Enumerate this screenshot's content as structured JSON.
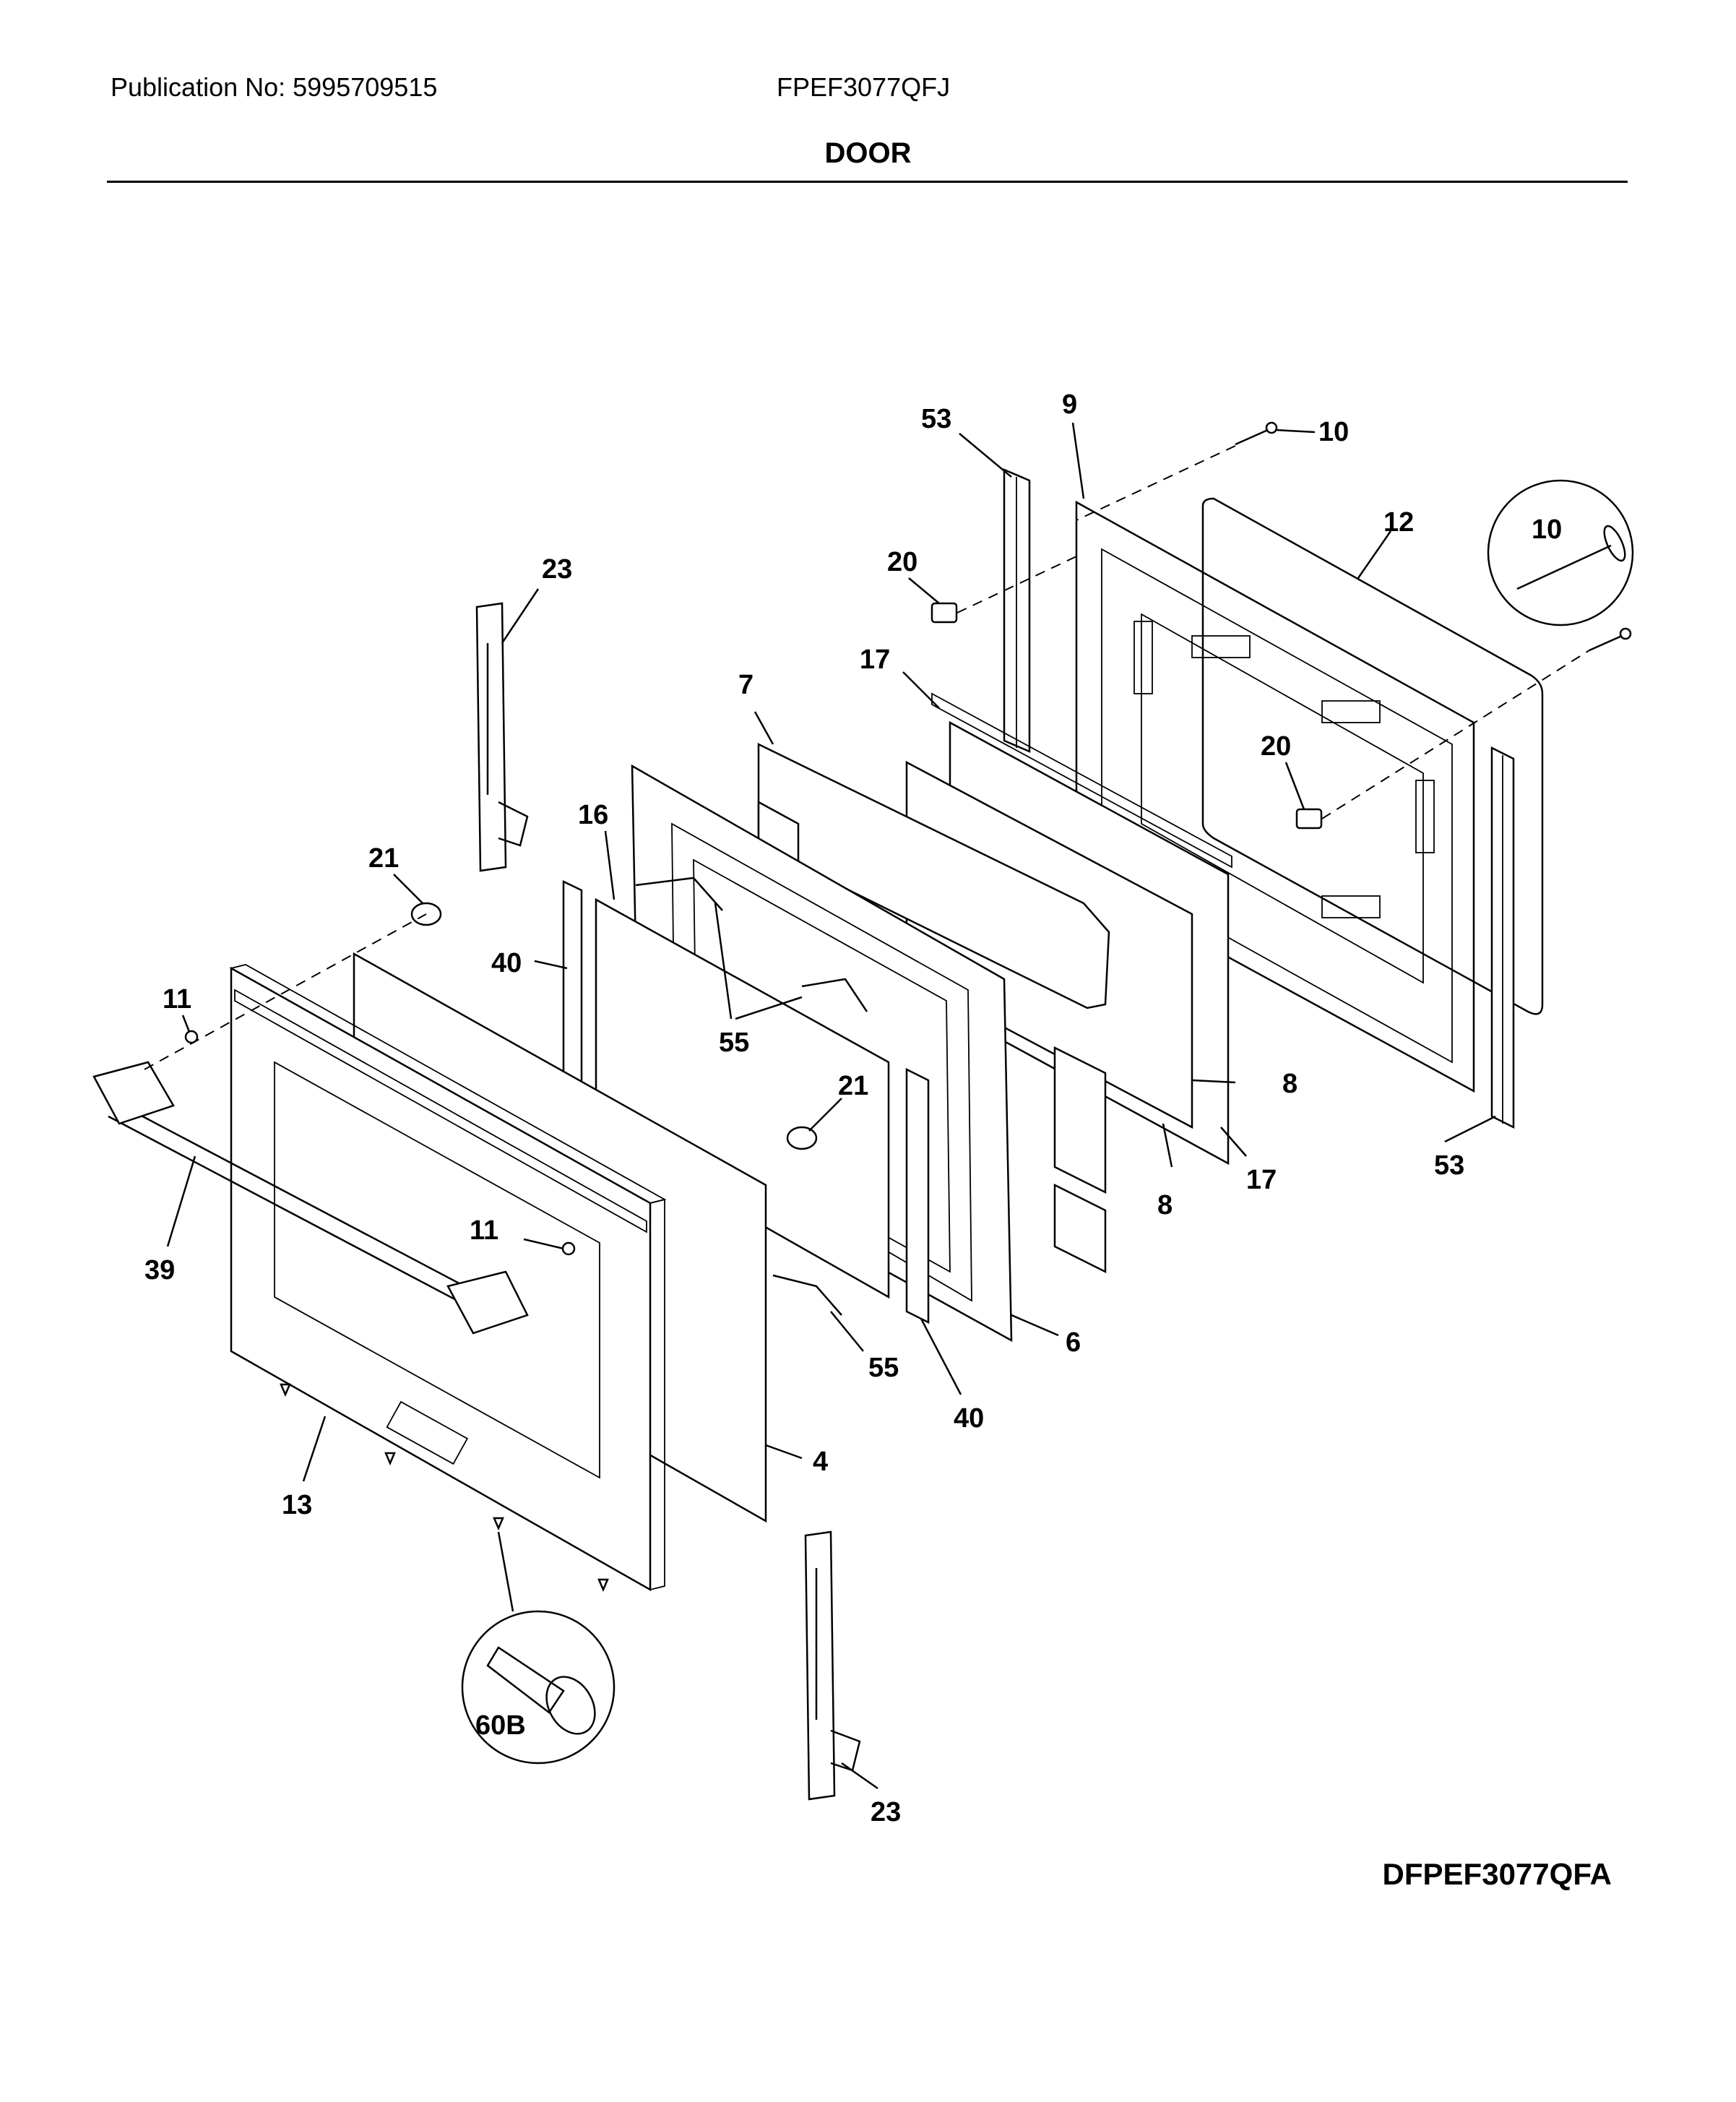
{
  "header": {
    "publication": "Publication No: 5995709515",
    "model": "FPEF3077QFJ",
    "section": "DOOR"
  },
  "footer": {
    "diagram_code": "DFPEF3077QFA"
  },
  "callouts": {
    "c53a": "53",
    "c9": "9",
    "c10a": "10",
    "c12": "12",
    "c10b": "10",
    "c20a": "20",
    "c23a": "23",
    "c7": "7",
    "c17a": "17",
    "c20b": "20",
    "c16": "16",
    "c21a": "21",
    "c40a": "40",
    "c11a": "11",
    "c55a": "55",
    "c21b": "21",
    "c8a": "8",
    "c8b": "8",
    "c17b": "17",
    "c53b": "53",
    "c39": "39",
    "c11b": "11",
    "c6": "6",
    "c55b": "55",
    "c40b": "40",
    "c4": "4",
    "c13": "13",
    "c60b": "60B",
    "c23b": "23"
  }
}
